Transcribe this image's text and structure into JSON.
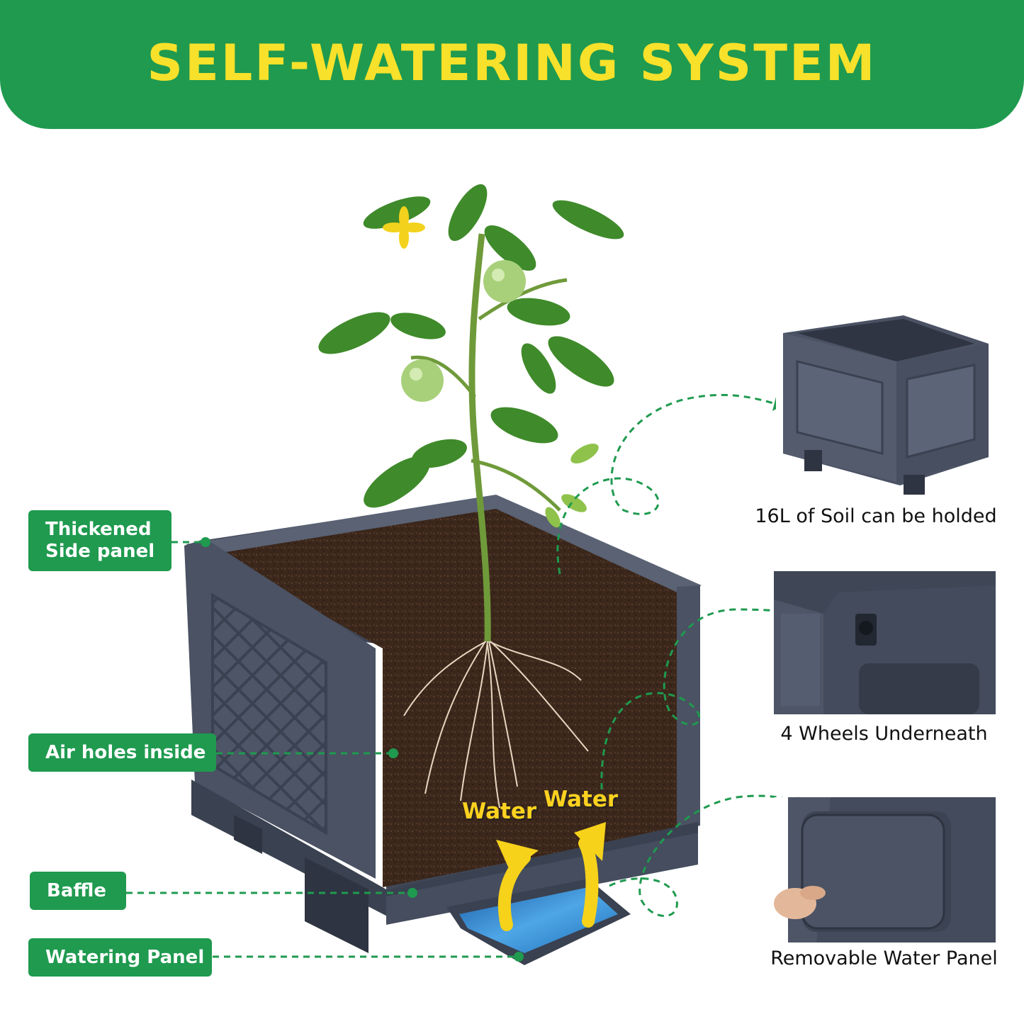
{
  "colors": {
    "brand_green": "#1f9a4f",
    "title_yellow": "#f7e12a",
    "planter_gray": "#4a5263",
    "soil_brown": "#3a261a",
    "water_blue": "#3a8fd0",
    "arrow_yellow": "#f6d21a"
  },
  "banner": {
    "title": "SELF-WATERING SYSTEM"
  },
  "callouts": [
    {
      "label": "Thickened\nSide panel"
    },
    {
      "label": "Air holes inside"
    },
    {
      "label": "Baffle"
    },
    {
      "label": "Watering Panel"
    }
  ],
  "water_labels": [
    "Water",
    "Water"
  ],
  "details": [
    {
      "caption": "16L of Soil can be holded"
    },
    {
      "caption": "4 Wheels Underneath"
    },
    {
      "caption": "Removable Water Panel"
    }
  ],
  "icons": [
    "tomato-plant-icon",
    "planter-box-icon",
    "wheel-icon",
    "water-tray-icon",
    "up-arrow-icon"
  ]
}
